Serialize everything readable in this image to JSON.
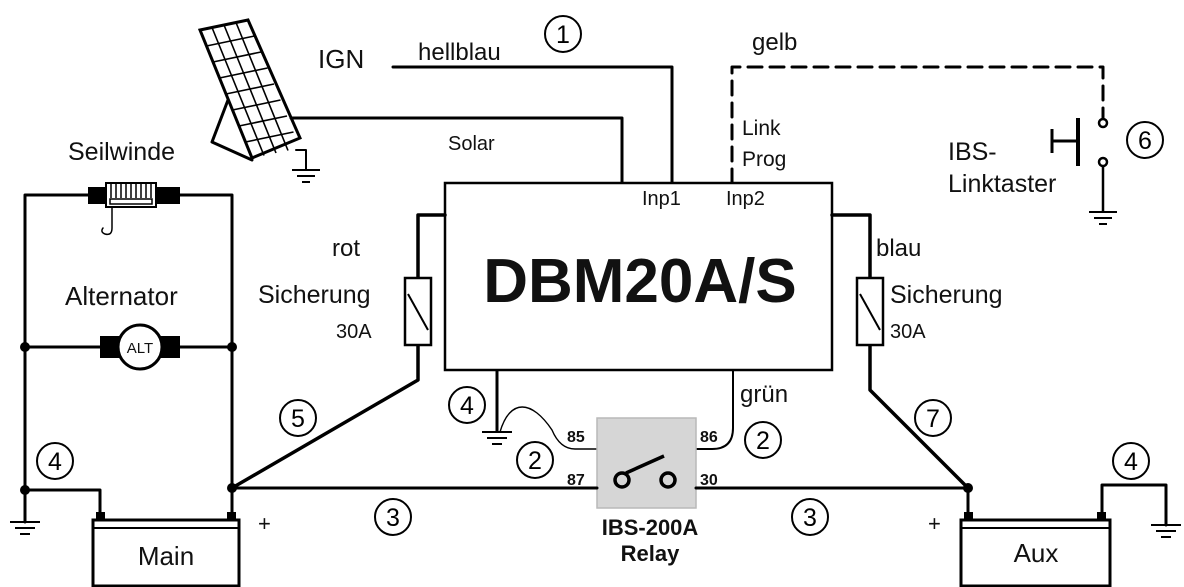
{
  "colors": {
    "pink": "#f2a0c4",
    "light_blue": "#a9d6ee",
    "yellow": "#f3d400",
    "red": "#e0302a",
    "blue": "#1c9fd4",
    "green": "#3aa757",
    "relay_body": "#d6d6d6"
  },
  "labels": {
    "ign": "IGN",
    "hellblau": "hellblau",
    "gelb": "gelb",
    "solar": "Solar",
    "link": "Link",
    "prog": "Prog",
    "rot": "rot",
    "blau": "blau",
    "gruen": "grün",
    "seilwinde": "Seilwinde",
    "alternator": "Alternator",
    "linktaster_line1": "IBS-",
    "linktaster_line2": "Linktaster"
  },
  "controller": {
    "name": "DBM20A/S",
    "inp1": "Inp1",
    "inp2": "Inp2"
  },
  "fuses": [
    {
      "label": "Sicherung",
      "rating": "30A"
    },
    {
      "label": "Sicherung",
      "rating": "30A"
    }
  ],
  "alternator_symbol": "ALT",
  "relay": {
    "name": "IBS-200A",
    "type": "Relay",
    "t85": "85",
    "t86": "86",
    "t87": "87",
    "t30": "30"
  },
  "batteries": {
    "main": "Main",
    "aux": "Aux",
    "main_polarity": "+",
    "aux_polarity": "+"
  },
  "markers": {
    "ign_wire": "1",
    "relay_85": "2",
    "relay_86": "2",
    "main_link": "3",
    "aux_link": "3",
    "controller_ground": "4",
    "main_ground": "4",
    "aux_ground": "4",
    "main_feed": "5",
    "linktaster": "6",
    "aux_feed": "7"
  }
}
